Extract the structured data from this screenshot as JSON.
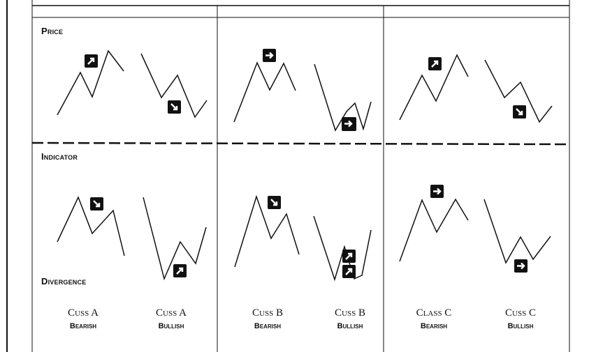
{
  "labels": {
    "price": "Price",
    "indicator": "Indicator",
    "divergence": "Divergence"
  },
  "columns": [
    {
      "class": "Cuss A",
      "type": "Bearish"
    },
    {
      "class": "Cuss A",
      "type": "Bullish"
    },
    {
      "class": "Cuss B",
      "type": "Bearish"
    },
    {
      "class": "Cuss B",
      "type": "Bullish"
    },
    {
      "class": "Class C",
      "type": "Bearish"
    },
    {
      "class": "Cuss C",
      "type": "Bullish"
    }
  ],
  "icons": {
    "up_right": "arrow-up-right-icon",
    "down_right": "arrow-down-right-icon",
    "right": "arrow-right-icon"
  }
}
